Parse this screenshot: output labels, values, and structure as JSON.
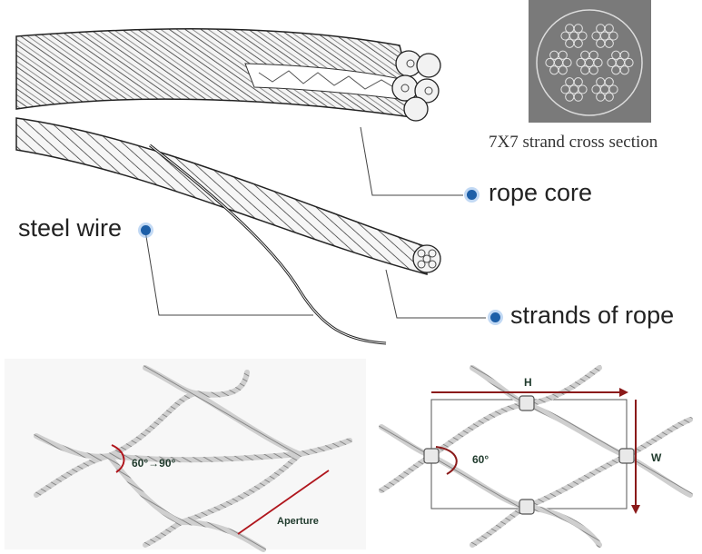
{
  "top": {
    "cross_section_caption": "7X7 strand cross section",
    "labels": {
      "rope_core": "rope core",
      "steel_wire": "steel wire",
      "strands_of_rope": "strands of rope"
    },
    "dot_color": "#1d5fa8"
  },
  "mesh_left": {
    "angle": "60°→90°",
    "aperture": "Aperture",
    "accent_color": "#b0161d"
  },
  "mesh_right": {
    "angle": "60°",
    "h": "H",
    "w": "W",
    "accent_color": "#8b1a1a"
  }
}
